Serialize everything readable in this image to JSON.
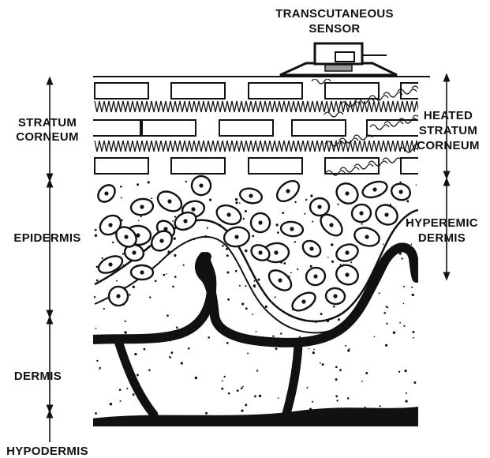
{
  "labels": {
    "sensor": [
      "TRANSCUTANEOUS",
      "SENSOR"
    ],
    "stratum_corneum": [
      "STRATUM",
      "CORNEUM"
    ],
    "heated_stratum_corneum": [
      "HEATED",
      "STRATUM",
      "CORNEUM"
    ],
    "epidermis": "EPIDERMIS",
    "hyperemic_dermis": [
      "HYPEREMIC",
      "DERMIS"
    ],
    "dermis": "DERMIS",
    "hypodermis": "HYPODERMIS"
  },
  "colors": {
    "ink": "#111111",
    "paper": "#ffffff"
  }
}
